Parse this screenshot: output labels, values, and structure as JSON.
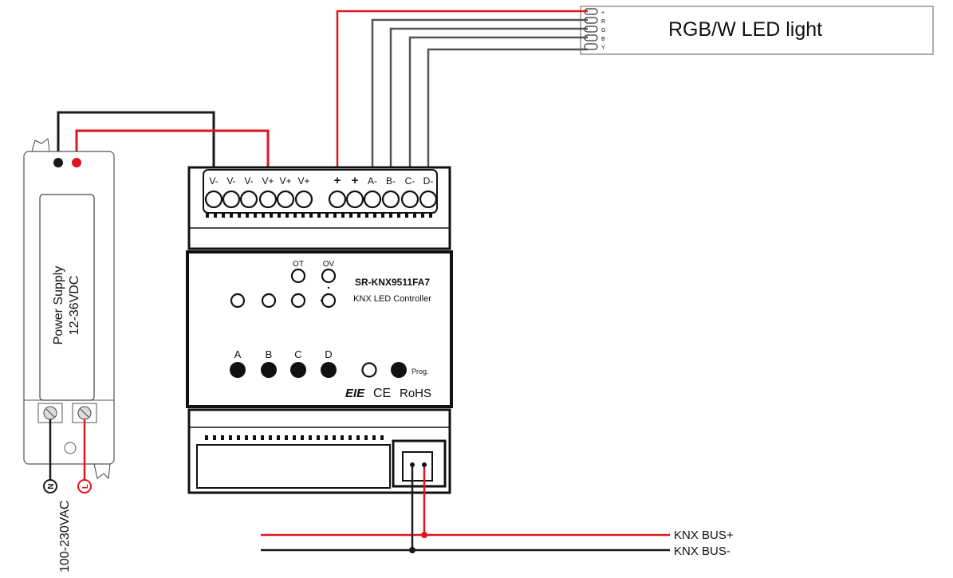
{
  "led_light": {
    "label": "RGB/W LED light",
    "pins": [
      "+",
      "R",
      "G",
      "B",
      "Y"
    ]
  },
  "power_supply": {
    "line1": "Power Supply",
    "line2": "12-36VDC",
    "ac_input": "100-230VAC",
    "neutral_symbol": "N",
    "live_symbol": "L"
  },
  "controller": {
    "model": "SR-KNX9511FA7",
    "subtitle": "KNX LED Controller",
    "terminals": [
      "V-",
      "V-",
      "V-",
      "V+",
      "V+",
      "V+",
      "+",
      "+",
      "A-",
      "B-",
      "C-",
      "D-"
    ],
    "led_labels": [
      "OT",
      "OV"
    ],
    "channel_labels": [
      "A",
      "B",
      "C",
      "D"
    ],
    "prog_label": "Prog.",
    "cert_eie": "EIE",
    "cert_ce": "CE",
    "cert_rohs": "RoHS"
  },
  "bus": {
    "plus": "KNX BUS+",
    "minus": "KNX BUS-"
  },
  "colors": {
    "positive_wire": "#e0151f",
    "negative_wire": "#1a1a1a",
    "outline": "#111111"
  }
}
